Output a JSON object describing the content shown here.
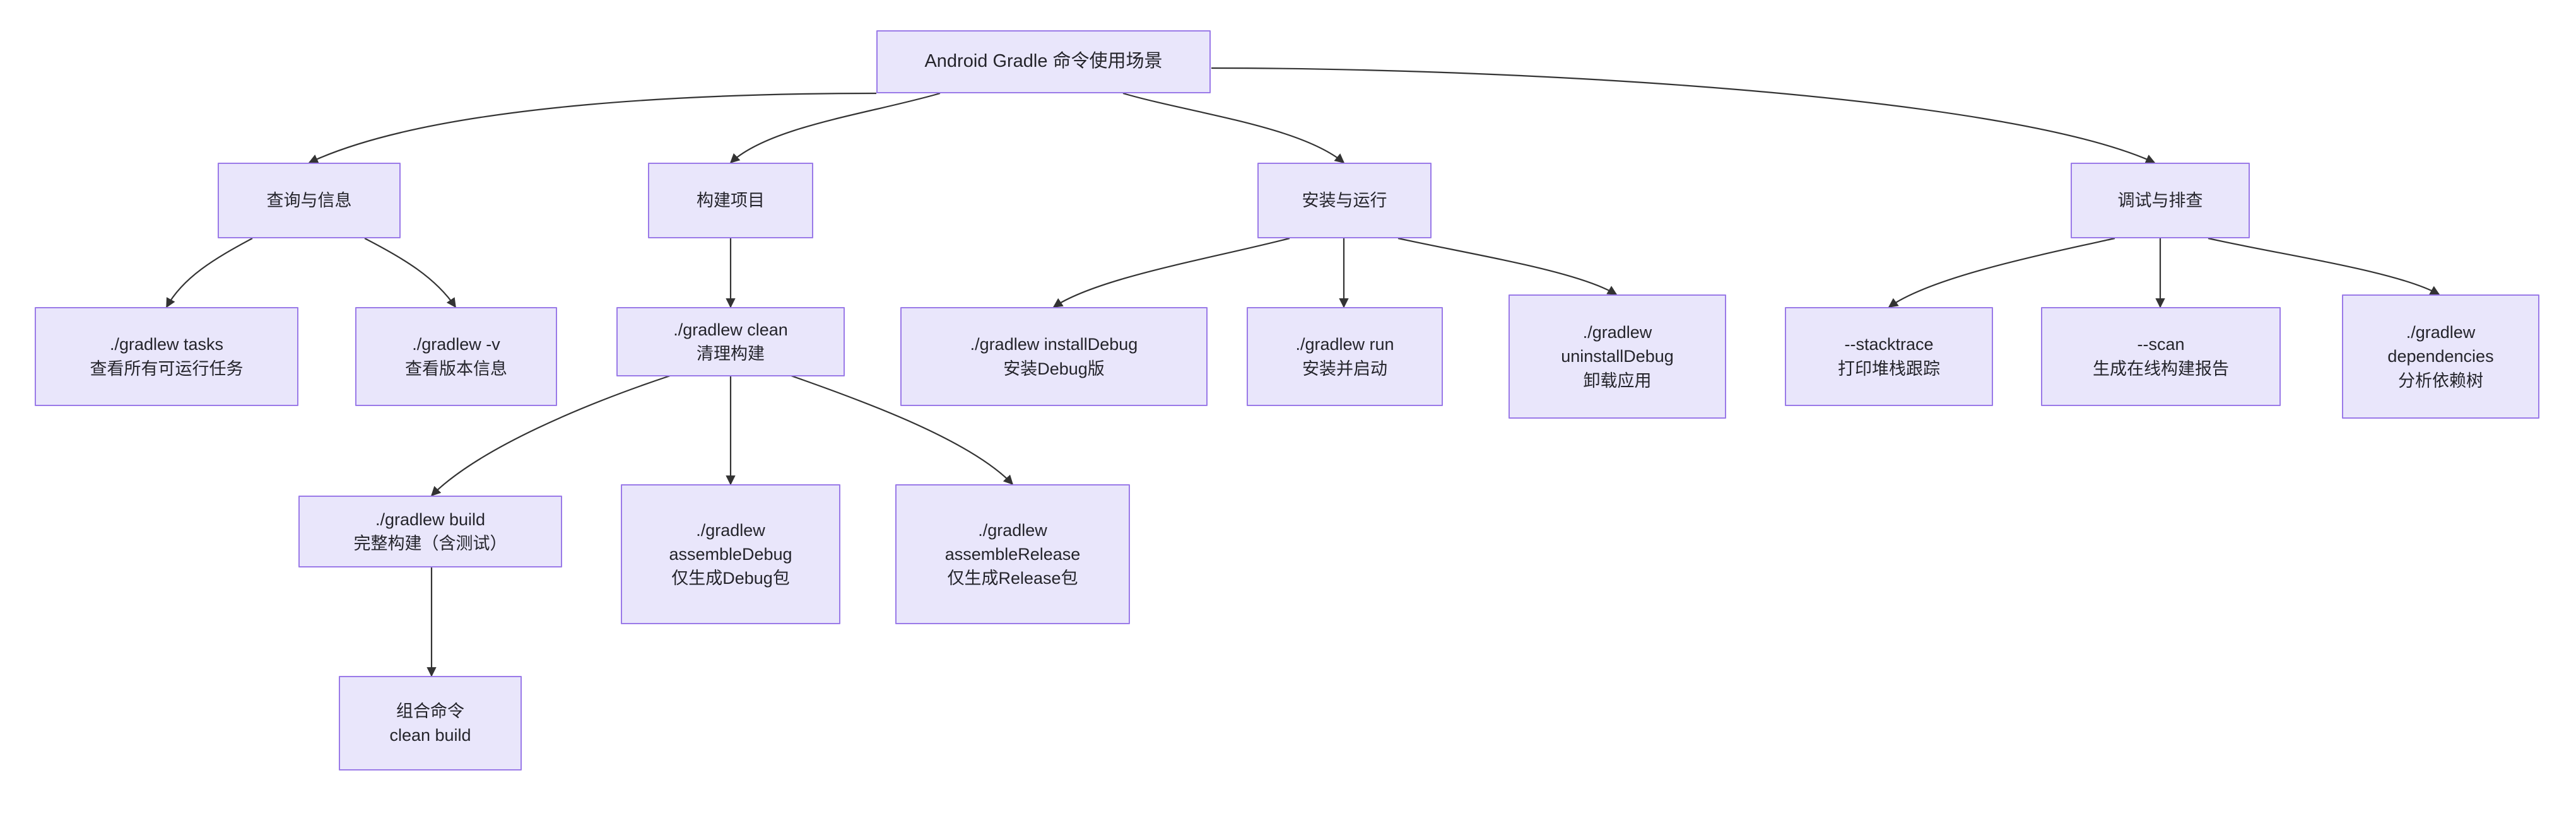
{
  "diagram": {
    "type": "flowchart-tree",
    "title": "Android Gradle 命令使用场景",
    "orientation": "top-down",
    "colors": {
      "node_fill": "#e9e6fb",
      "node_border": "#9a7ae8",
      "edge_stroke": "#333333",
      "text": "#24242b",
      "background": "#ffffff"
    },
    "nodes": [
      {
        "id": "root",
        "lines": [
          "Android Gradle 命令使用场景"
        ],
        "level": 0,
        "clipped": true
      },
      {
        "id": "query",
        "lines": [
          "查询与信息"
        ],
        "level": 1
      },
      {
        "id": "build",
        "lines": [
          "构建项目"
        ],
        "level": 1
      },
      {
        "id": "install",
        "lines": [
          "安装与运行"
        ],
        "level": 1
      },
      {
        "id": "debug",
        "lines": [
          "调试与排查"
        ],
        "level": 1
      },
      {
        "id": "tasks",
        "lines": [
          "./gradlew tasks",
          "查看所有可运行任务"
        ],
        "level": 2
      },
      {
        "id": "version",
        "lines": [
          "./gradlew -v",
          "查看版本信息"
        ],
        "level": 2
      },
      {
        "id": "clean",
        "lines": [
          "./gradlew clean",
          "清理构建"
        ],
        "level": 2
      },
      {
        "id": "installdebug",
        "lines": [
          "./gradlew installDebug",
          "安装Debug版"
        ],
        "level": 2
      },
      {
        "id": "run",
        "lines": [
          "./gradlew run",
          "安装并启动"
        ],
        "level": 2
      },
      {
        "id": "uninstalldebug",
        "lines": [
          "./gradlew",
          "uninstallDebug",
          "卸载应用"
        ],
        "level": 2
      },
      {
        "id": "stacktrace",
        "lines": [
          "--stacktrace",
          "打印堆栈跟踪"
        ],
        "level": 2
      },
      {
        "id": "scan",
        "lines": [
          "--scan",
          "生成在线构建报告"
        ],
        "level": 2
      },
      {
        "id": "dependencies",
        "lines": [
          "./gradlew",
          "dependencies",
          "分析依赖树"
        ],
        "level": 2
      },
      {
        "id": "buildfull",
        "lines": [
          "./gradlew build",
          "完整构建（含测试）"
        ],
        "level": 3
      },
      {
        "id": "assembledebug",
        "lines": [
          "./gradlew",
          "assembleDebug",
          "仅生成Debug包"
        ],
        "level": 3
      },
      {
        "id": "assemblerelease",
        "lines": [
          "./gradlew",
          "assembleRelease",
          "仅生成Release包"
        ],
        "level": 3
      },
      {
        "id": "combo",
        "lines": [
          "组合命令",
          "clean build"
        ],
        "level": 4
      }
    ],
    "edges": [
      {
        "from": "root",
        "to": "query"
      },
      {
        "from": "root",
        "to": "build"
      },
      {
        "from": "root",
        "to": "install"
      },
      {
        "from": "root",
        "to": "debug"
      },
      {
        "from": "query",
        "to": "tasks"
      },
      {
        "from": "query",
        "to": "version"
      },
      {
        "from": "build",
        "to": "clean"
      },
      {
        "from": "install",
        "to": "installdebug"
      },
      {
        "from": "install",
        "to": "run"
      },
      {
        "from": "install",
        "to": "uninstalldebug"
      },
      {
        "from": "debug",
        "to": "stacktrace"
      },
      {
        "from": "debug",
        "to": "scan"
      },
      {
        "from": "debug",
        "to": "dependencies"
      },
      {
        "from": "clean",
        "to": "buildfull"
      },
      {
        "from": "clean",
        "to": "assembledebug"
      },
      {
        "from": "clean",
        "to": "assemblerelease"
      },
      {
        "from": "buildfull",
        "to": "combo"
      }
    ]
  }
}
